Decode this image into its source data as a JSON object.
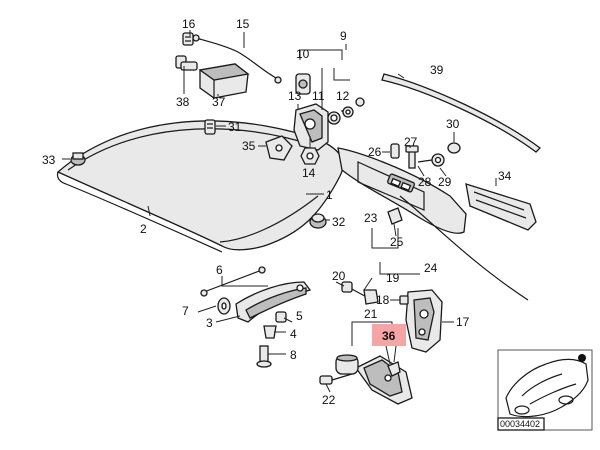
{
  "callouts": {
    "c1": "1",
    "c2": "2",
    "c3": "3",
    "c4": "4",
    "c5": "5",
    "c6": "6",
    "c7": "7",
    "c8": "8",
    "c9": "9",
    "c10": "10",
    "c11": "11",
    "c12": "12",
    "c13": "13",
    "c14": "14",
    "c15": "15",
    "c16": "16",
    "c17": "17",
    "c18": "18",
    "c19": "19",
    "c20": "20",
    "c21": "21",
    "c22": "22",
    "c23": "23",
    "c24": "24",
    "c25": "25",
    "c26": "26",
    "c27": "27",
    "c28": "28",
    "c29": "29",
    "c30": "30",
    "c31": "31",
    "c32": "32",
    "c33": "33",
    "c34": "34",
    "c35": "35",
    "c36": "36",
    "c37": "37",
    "c38": "38",
    "c39": "39"
  },
  "highlight": {
    "part": "36",
    "color": "#f4a6a6"
  },
  "inset": {
    "code": "00034402"
  }
}
